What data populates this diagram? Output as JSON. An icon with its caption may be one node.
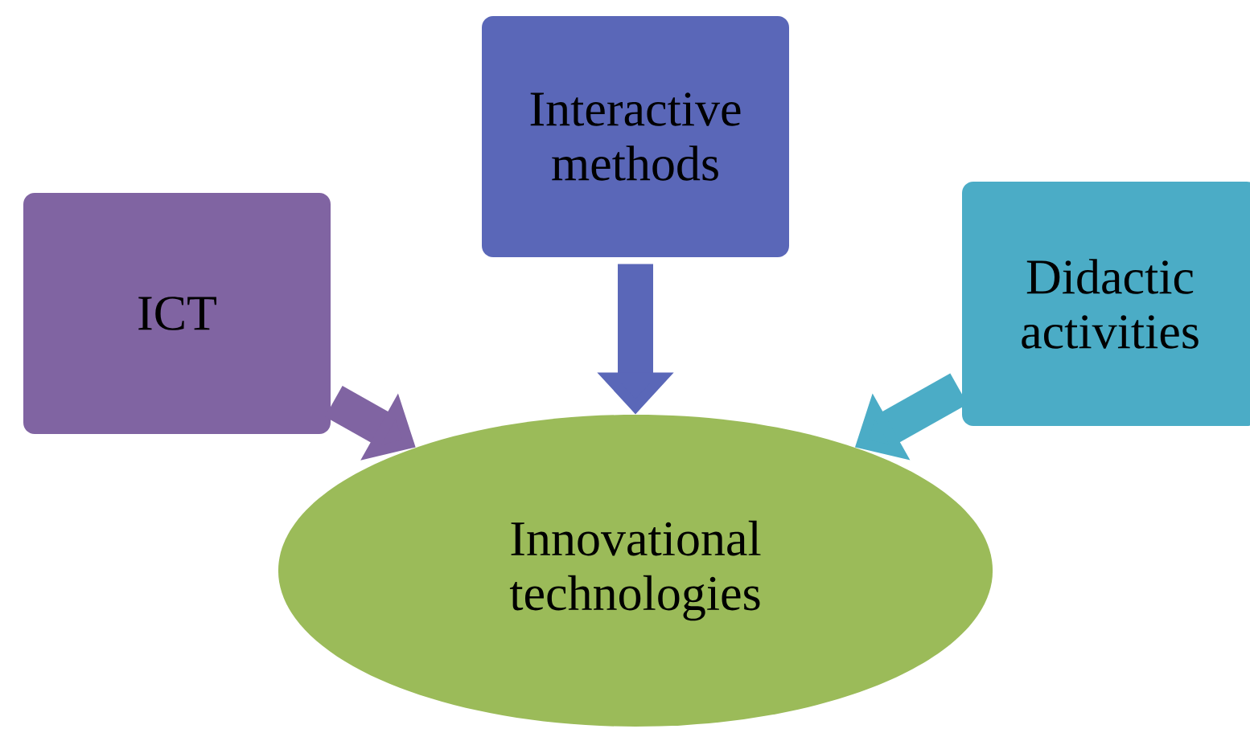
{
  "diagram": {
    "nodes": [
      {
        "text": [
          "ICT"
        ]
      },
      {
        "text": [
          "Interactive methods"
        ]
      },
      {
        "text": [
          "Didactic activities"
        ]
      },
      {
        "text": [
          "Innovational technologies"
        ]
      }
    ],
    "edges": [
      {
        "from": 0,
        "to": 3,
        "arrow": "to",
        "color": "#8064a2"
      },
      {
        "from": 1,
        "to": 3,
        "arrow": "to",
        "color": "#5a67b8"
      },
      {
        "from": 2,
        "to": 3,
        "arrow": "to",
        "color": "#4bacc6"
      }
    ]
  }
}
